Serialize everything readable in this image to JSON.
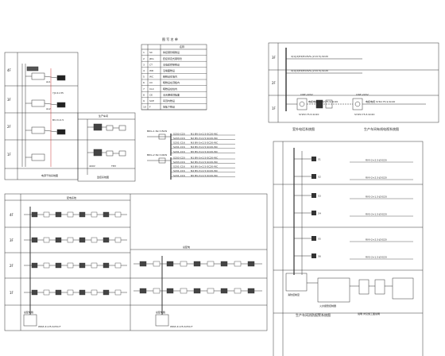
{
  "legend": {
    "title": "图 写 名 单",
    "header_name": "名称",
    "rows": [
      {
        "no": "1",
        "code": "SC",
        "desc": "焊接钢管暗敷设"
      },
      {
        "no": "2",
        "code": "JDG",
        "desc": "套接紧定式钢导管"
      },
      {
        "no": "3",
        "code": "CT",
        "desc": "沿电缆桥架敷设"
      },
      {
        "no": "4",
        "code": "WR",
        "desc": "沿墙面敷设"
      },
      {
        "no": "5",
        "code": "WC",
        "desc": "暗敷设在墙内"
      },
      {
        "no": "6",
        "code": "CC",
        "desc": "暗敷设在顶板内"
      },
      {
        "no": "7",
        "code": "CLC",
        "desc": "暗敷设在柱内"
      },
      {
        "no": "8",
        "code": "CE",
        "desc": "沿天棚或顶板面"
      },
      {
        "no": "9",
        "code": "SCE",
        "desc": "吊顶内敷设"
      },
      {
        "no": "10",
        "code": "F",
        "desc": "地板下敷设"
      }
    ]
  },
  "captions": {
    "riser_left": "电源干线系统图",
    "monitor_system": "监控系统图",
    "phone_system": "室外电话系统图",
    "cable_tv_system": "生产车间有线电视系统图",
    "fire_alarm_system": "生产车间消防报警系统图",
    "floor_plan_left": "生产车间",
    "bottom_left_title": "配电系统",
    "bottom_mid_title": "总配电",
    "note": "说明 详见施工图说明"
  },
  "floors_left": [
    "4F",
    "3F",
    "2F",
    "1F"
  ],
  "floors_right": [
    "3F",
    "2F",
    "1F"
  ],
  "bus_labels": [
    "400V",
    "TMY"
  ],
  "left_panel_labels": {
    "panel_a": "AL1",
    "panel_b": "AL2",
    "cable_note": "YJV-4×35",
    "wire_note": "BV-3×2.5"
  },
  "boards": {
    "board1": {
      "title": "BDG-1 Pe=15kW",
      "rows": [
        {
          "br": "S203-C20",
          "cable": "N1 BV-3×2.5-SC20-WC"
        },
        {
          "br": "S203-C16",
          "cable": "N2 BV-3×2.5-SC20-WC"
        },
        {
          "br": "S201-C16",
          "cable": "N3 BV-3×2.5-SC20-WC"
        },
        {
          "br": "S201-C16",
          "cable": "N4 BV-3×2.5-SC20-WC"
        },
        {
          "br": "S201-C16",
          "cable": "N5 BV-3×2.5-SC20-WC"
        }
      ]
    },
    "board2": {
      "title": "BDG-2 Pe=10kW",
      "rows": [
        {
          "br": "S203-C20",
          "cable": "N1 BV-3×2.5-SC20-WC"
        },
        {
          "br": "S203-C16",
          "cable": "N2 BV-3×2.5-SC20-WC"
        },
        {
          "br": "S201-C16",
          "cable": "N3 BV-3×2.5-SC20-WC"
        },
        {
          "br": "S201-C16",
          "cable": "N4 BV-3×2.5-SC20-WC"
        },
        {
          "br": "S201-C16",
          "cable": "N5 BV-3×2.5-SC20-WC"
        }
      ]
    }
  },
  "tv_system": {
    "floor_cable_1": "4(1)(2)P4/8×RVS-(2×0.5)-SC20",
    "floor_cable_2": "4(1)(2)P4/8×RVS-(2×0.5)-SC20",
    "amp_1": "CWF-220V",
    "amp_2": "CWF-220V",
    "feed_1": "SYWV-75-5-SC20",
    "feed_2": "SYWV-75-5-SC20",
    "trunk_1": "电缆电视 SYKV-75-9-SC20",
    "trunk_2": "电缆电视 SYKV-75-9-SC20"
  },
  "fire_system": {
    "tags": [
      "S1",
      "S2",
      "S3",
      "S4",
      "S5",
      "S6"
    ],
    "cables": [
      "RVV-2×2.5-JDG20",
      "RVV-2×2.5-JDG20",
      "RVS-2×1.5-JDG20",
      "RVS-2×1.5-JDG20",
      "RVV-2×2.5-JDG20",
      "RVS-2×1.5-JDG20"
    ],
    "box_label": "消防控制室",
    "panel_label": "火灾报警控制器"
  },
  "floor_rows_bottom": {
    "labels": [
      "4F",
      "3F",
      "2F",
      "1F"
    ],
    "out_cable_1": "WDZ-4×25-SC50-F",
    "out_cable_2": "WDZ-4×25-SC50-F",
    "box_1": "总配电箱",
    "box_2": "总配电箱"
  }
}
